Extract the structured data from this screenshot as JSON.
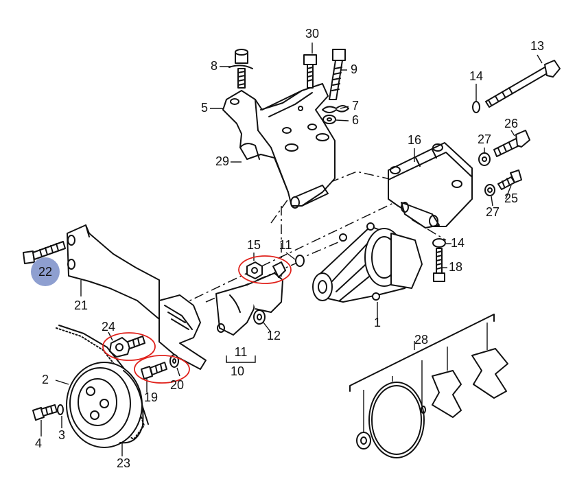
{
  "callouts": {
    "c1": "1",
    "c2": "2",
    "c3": "3",
    "c4": "4",
    "c5": "5",
    "c6": "6",
    "c7": "7",
    "c8": "8",
    "c9": "9",
    "c10": "10",
    "c11a": "11",
    "c11b": "11",
    "c12": "12",
    "c13": "13",
    "c14a": "14",
    "c14b": "14",
    "c15": "15",
    "c16": "16",
    "c18": "18",
    "c19": "19",
    "c20": "20",
    "c21": "21",
    "c22": "22",
    "c23": "23",
    "c24": "24",
    "c25": "25",
    "c26": "26",
    "c27a": "27",
    "c27b": "27",
    "c28": "28",
    "c29": "29",
    "c30": "30"
  },
  "highlighted_callout": "22",
  "highlight_colors": {
    "badge": "#8e9fd0",
    "circle": "#e0211b"
  }
}
